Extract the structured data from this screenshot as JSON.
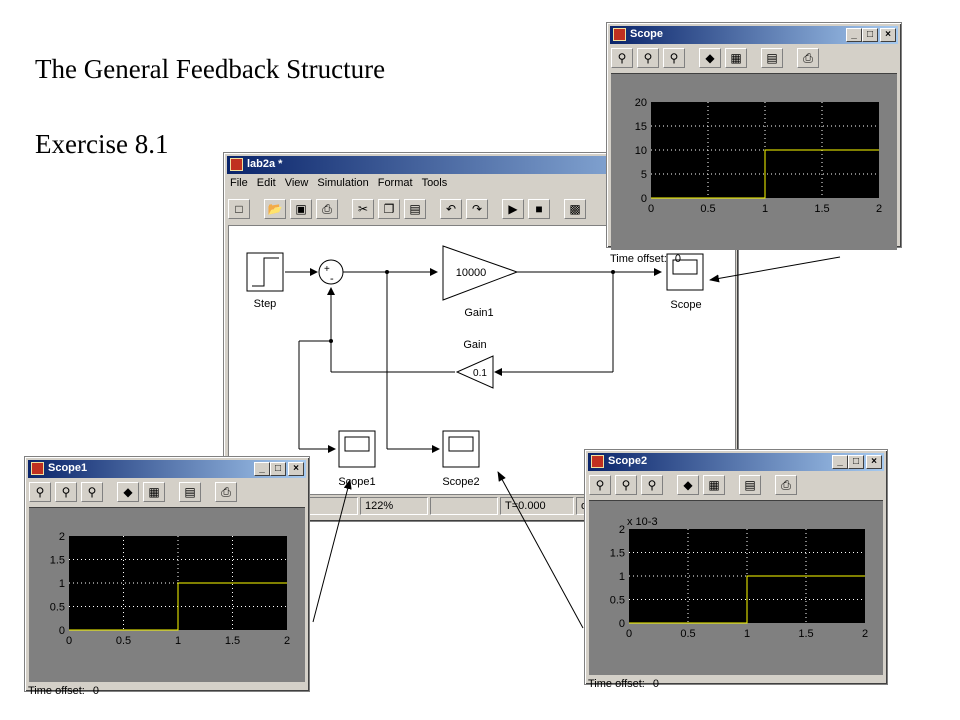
{
  "slide": {
    "title": "The General Feedback Structure",
    "subtitle": "Exercise 8.1"
  },
  "model_window": {
    "title": "lab2a *",
    "menu": [
      "File",
      "Edit",
      "View",
      "Simulation",
      "Format",
      "Tools"
    ],
    "blocks": {
      "step": "Step",
      "gain1_value": "10000",
      "gain1_label": "Gain1",
      "gain_value": "0.1",
      "gain_label": "Gain",
      "scope": "Scope",
      "scope1": "Scope1",
      "scope2": "Scope2"
    },
    "status": {
      "zoom": "122%",
      "time": "T=0.000",
      "solver": "o"
    }
  },
  "scope_windows": [
    {
      "id": "scope",
      "title": "Scope",
      "time_offset_label": "Time offset:",
      "time_offset": "0",
      "chart_data": {
        "type": "line",
        "x": [
          0,
          1,
          1,
          2
        ],
        "y": [
          0,
          0,
          10,
          10
        ],
        "xlim": [
          0,
          2
        ],
        "ylim": [
          0,
          20
        ],
        "xticks": [
          "0",
          "0.5",
          "1",
          "1.5",
          "2"
        ],
        "yticks": [
          "0",
          "5",
          "10",
          "15",
          "20"
        ],
        "exponent": "",
        "grid": true,
        "line_color": "#ffff00",
        "background": "#000000"
      }
    },
    {
      "id": "scope1",
      "title": "Scope1",
      "time_offset_label": "Time offset:",
      "time_offset": "0",
      "chart_data": {
        "type": "line",
        "x": [
          0,
          1,
          1,
          2
        ],
        "y": [
          0,
          0,
          1,
          1
        ],
        "xlim": [
          0,
          2
        ],
        "ylim": [
          0,
          2
        ],
        "xticks": [
          "0",
          "0.5",
          "1",
          "1.5",
          "2"
        ],
        "yticks": [
          "0",
          "0.5",
          "1",
          "1.5",
          "2"
        ],
        "exponent": "",
        "grid": true,
        "line_color": "#ffff00",
        "background": "#000000"
      }
    },
    {
      "id": "scope2",
      "title": "Scope2",
      "time_offset_label": "Time offset:",
      "time_offset": "0",
      "chart_data": {
        "type": "line",
        "x": [
          0,
          1,
          1,
          2
        ],
        "y": [
          0,
          0,
          1,
          1
        ],
        "xlim": [
          0,
          2
        ],
        "ylim": [
          0,
          2
        ],
        "xticks": [
          "0",
          "0.5",
          "1",
          "1.5",
          "2"
        ],
        "yticks": [
          "0",
          "0.5",
          "1",
          "1.5",
          "2"
        ],
        "exponent": "x 10-3",
        "grid": true,
        "line_color": "#ffff00",
        "background": "#000000"
      }
    }
  ],
  "window_controls": {
    "minimize": "_",
    "maximize": "□",
    "close": "×"
  },
  "colors": {
    "titlebar_start": "#0a246a",
    "titlebar_end": "#a6caf0",
    "window_face": "#d4d0c8",
    "plot_bg": "#000000",
    "trace": "#ffff00"
  }
}
